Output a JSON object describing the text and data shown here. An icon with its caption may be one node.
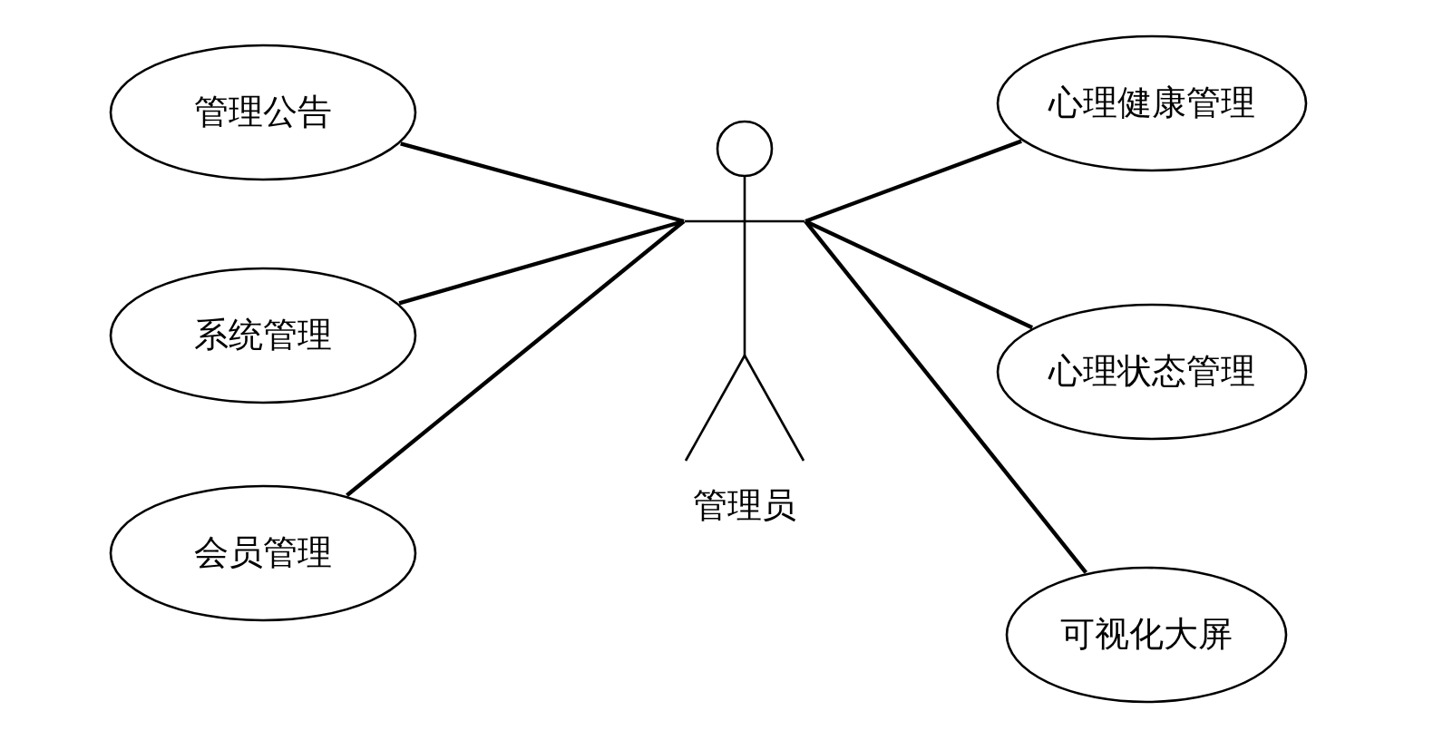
{
  "diagram": {
    "nodes": [
      {
        "text": [
          "管理公告"
        ]
      },
      {
        "text": [
          "系统管理"
        ]
      },
      {
        "text": [
          "会员管理"
        ]
      },
      {
        "text": [
          "管理员"
        ]
      },
      {
        "text": [
          "心理健康管理"
        ]
      },
      {
        "text": [
          "心理状态管理"
        ]
      },
      {
        "text": [
          "可视化大屏"
        ]
      }
    ],
    "edges": [
      {
        "from": 0,
        "to": 3,
        "arrow": "none"
      },
      {
        "from": 1,
        "to": 3,
        "arrow": "none"
      },
      {
        "from": 2,
        "to": 3,
        "arrow": "none"
      },
      {
        "from": 3,
        "to": 4,
        "arrow": "none"
      },
      {
        "from": 3,
        "to": 5,
        "arrow": "none"
      },
      {
        "from": 3,
        "to": 6,
        "arrow": "none"
      }
    ]
  }
}
